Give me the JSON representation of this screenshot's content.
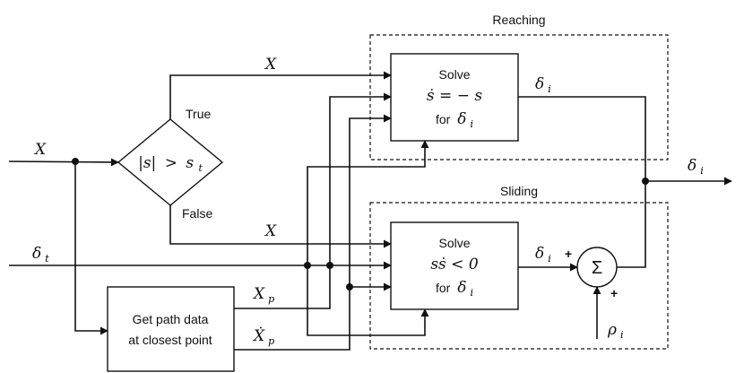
{
  "regions": {
    "reaching_label": "Reaching",
    "sliding_label": "Sliding"
  },
  "blocks": {
    "reaching_solve": {
      "line1": "Solve",
      "eq_main": "ṡ = − s",
      "line3_text": "for",
      "var_main": "δ",
      "var_sub": "i"
    },
    "sliding_solve": {
      "line1": "Solve",
      "eq_main": "sṡ < 0",
      "line3_text": "for",
      "var_main": "δ",
      "var_sub": "i"
    },
    "path_data": {
      "line1": "Get path data",
      "line2": "at closest point"
    },
    "decision": {
      "abs": "|s|",
      "op": ">",
      "var": "s",
      "sub": "t"
    },
    "sum": {
      "symbol": "Σ",
      "plus_left": "+",
      "plus_bottom": "+"
    }
  },
  "labels": {
    "decision_true": "True",
    "decision_false": "False",
    "x_in": "X",
    "x_top": "X",
    "x_bottom": "X",
    "delta_t": {
      "main": "δ",
      "sub": "t"
    },
    "x_p": {
      "main": "X",
      "sub": "p"
    },
    "x_p_dot": {
      "main": "Ẋ",
      "sub": "p"
    },
    "delta_i_reach": {
      "main": "δ",
      "sub": "i"
    },
    "delta_i_slide": {
      "main": "δ",
      "sub": "i"
    },
    "delta_i_out": {
      "main": "δ",
      "sub": "i"
    },
    "rho_i": {
      "main": "ρ",
      "sub": "i"
    }
  }
}
